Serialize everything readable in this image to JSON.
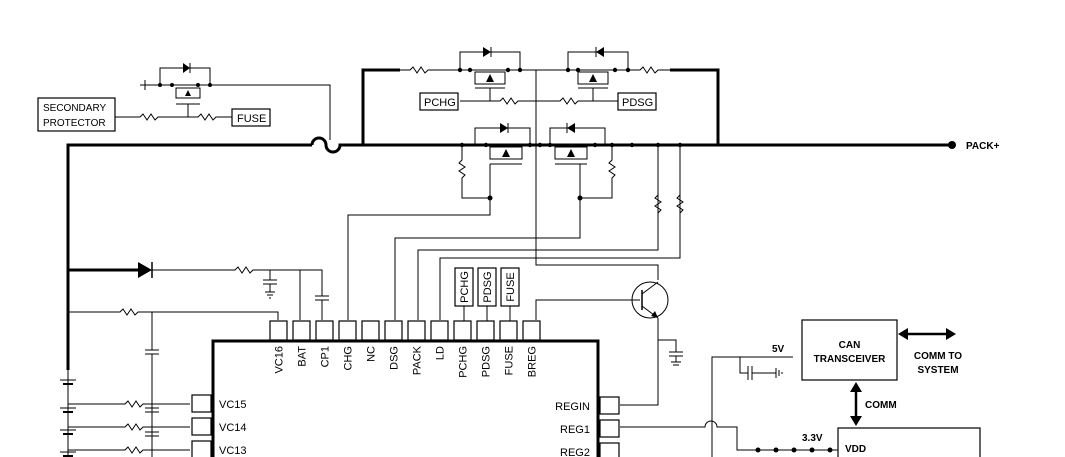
{
  "labels": {
    "secondary_protector_l1": "SECONDARY",
    "secondary_protector_l2": "PROTECTOR",
    "fuse": "FUSE",
    "pchg": "PCHG",
    "pdsg": "PDSG",
    "pack_plus": "PACK+",
    "can_l1": "CAN",
    "can_l2": "TRANSCEIVER",
    "comm_to_l1": "COMM TO",
    "comm_to_l2": "SYSTEM",
    "comm": "COMM",
    "v5": "5V",
    "v33": "3.3V",
    "vdd": "VDD"
  },
  "ic": {
    "top_pins": [
      "VC16",
      "BAT",
      "CP1",
      "CHG",
      "NC",
      "DSG",
      "PACK",
      "LD",
      "PCHG",
      "PDSG",
      "FUSE",
      "BREG"
    ],
    "boxed_top_labels": [
      "PCHG",
      "PDSG",
      "FUSE"
    ],
    "left_pins": [
      "VC15",
      "VC14",
      "VC13"
    ],
    "right_pins": [
      "REGIN",
      "REG1",
      "REG2"
    ]
  }
}
